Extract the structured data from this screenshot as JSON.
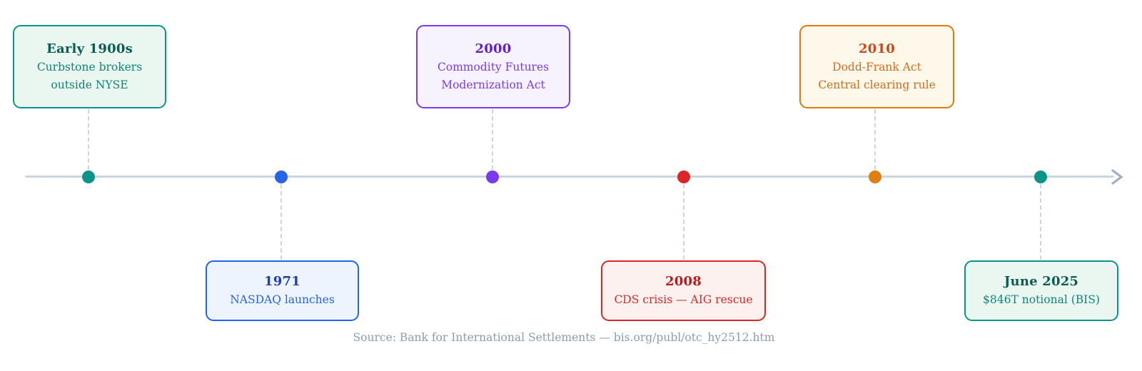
{
  "timeline": {
    "axis": {
      "line_color": "#cbd5e1",
      "arrow_color": "#9fb0c5",
      "connector_color": "#ccd5e0"
    },
    "events": [
      {
        "title": "Early 1900s",
        "lines": [
          "Curbstone brokers",
          "outside NYSE"
        ],
        "position": "above",
        "colors": {
          "border": "#0d9488",
          "bg": "#e9f7f0",
          "title": "#0b5d52",
          "body": "#0f8578",
          "dot": "#0d9488"
        }
      },
      {
        "title": "1971",
        "lines": [
          "NASDAQ launches"
        ],
        "position": "below",
        "colors": {
          "border": "#2563eb",
          "bg": "#eef4fe",
          "title": "#1e40af",
          "body": "#2563eb",
          "dot": "#2563eb"
        }
      },
      {
        "title": "2000",
        "lines": [
          "Commodity Futures",
          "Modernization Act"
        ],
        "position": "above",
        "colors": {
          "border": "#7c3aed",
          "bg": "#f6f2fe",
          "title": "#6220c9",
          "body": "#7c3aed",
          "dot": "#7c3aed"
        }
      },
      {
        "title": "2008",
        "lines": [
          "CDS crisis — AIG rescue"
        ],
        "position": "below",
        "colors": {
          "border": "#dc2626",
          "bg": "#fdf1ef",
          "title": "#b91c1c",
          "body": "#dc2626",
          "dot": "#dc2626"
        }
      },
      {
        "title": "2010",
        "lines": [
          "Dodd-Frank Act",
          "Central clearing rule"
        ],
        "position": "above",
        "colors": {
          "border": "#e2790f",
          "bg": "#fdf8e9",
          "title": "#d0451b",
          "body": "#d16d1c",
          "dot": "#e07e10"
        }
      },
      {
        "title": "June 2025",
        "lines": [
          "$846T notional (BIS)"
        ],
        "position": "below",
        "colors": {
          "border": "#0d9488",
          "bg": "#e9f7f0",
          "title": "#0b5d52",
          "body": "#0f8578",
          "dot": "#0d9488"
        }
      }
    ],
    "source": {
      "text": "Source: Bank for International Settlements — bis.org/publ/otc_hy2512.htm",
      "color": "#8b9cb2"
    }
  }
}
